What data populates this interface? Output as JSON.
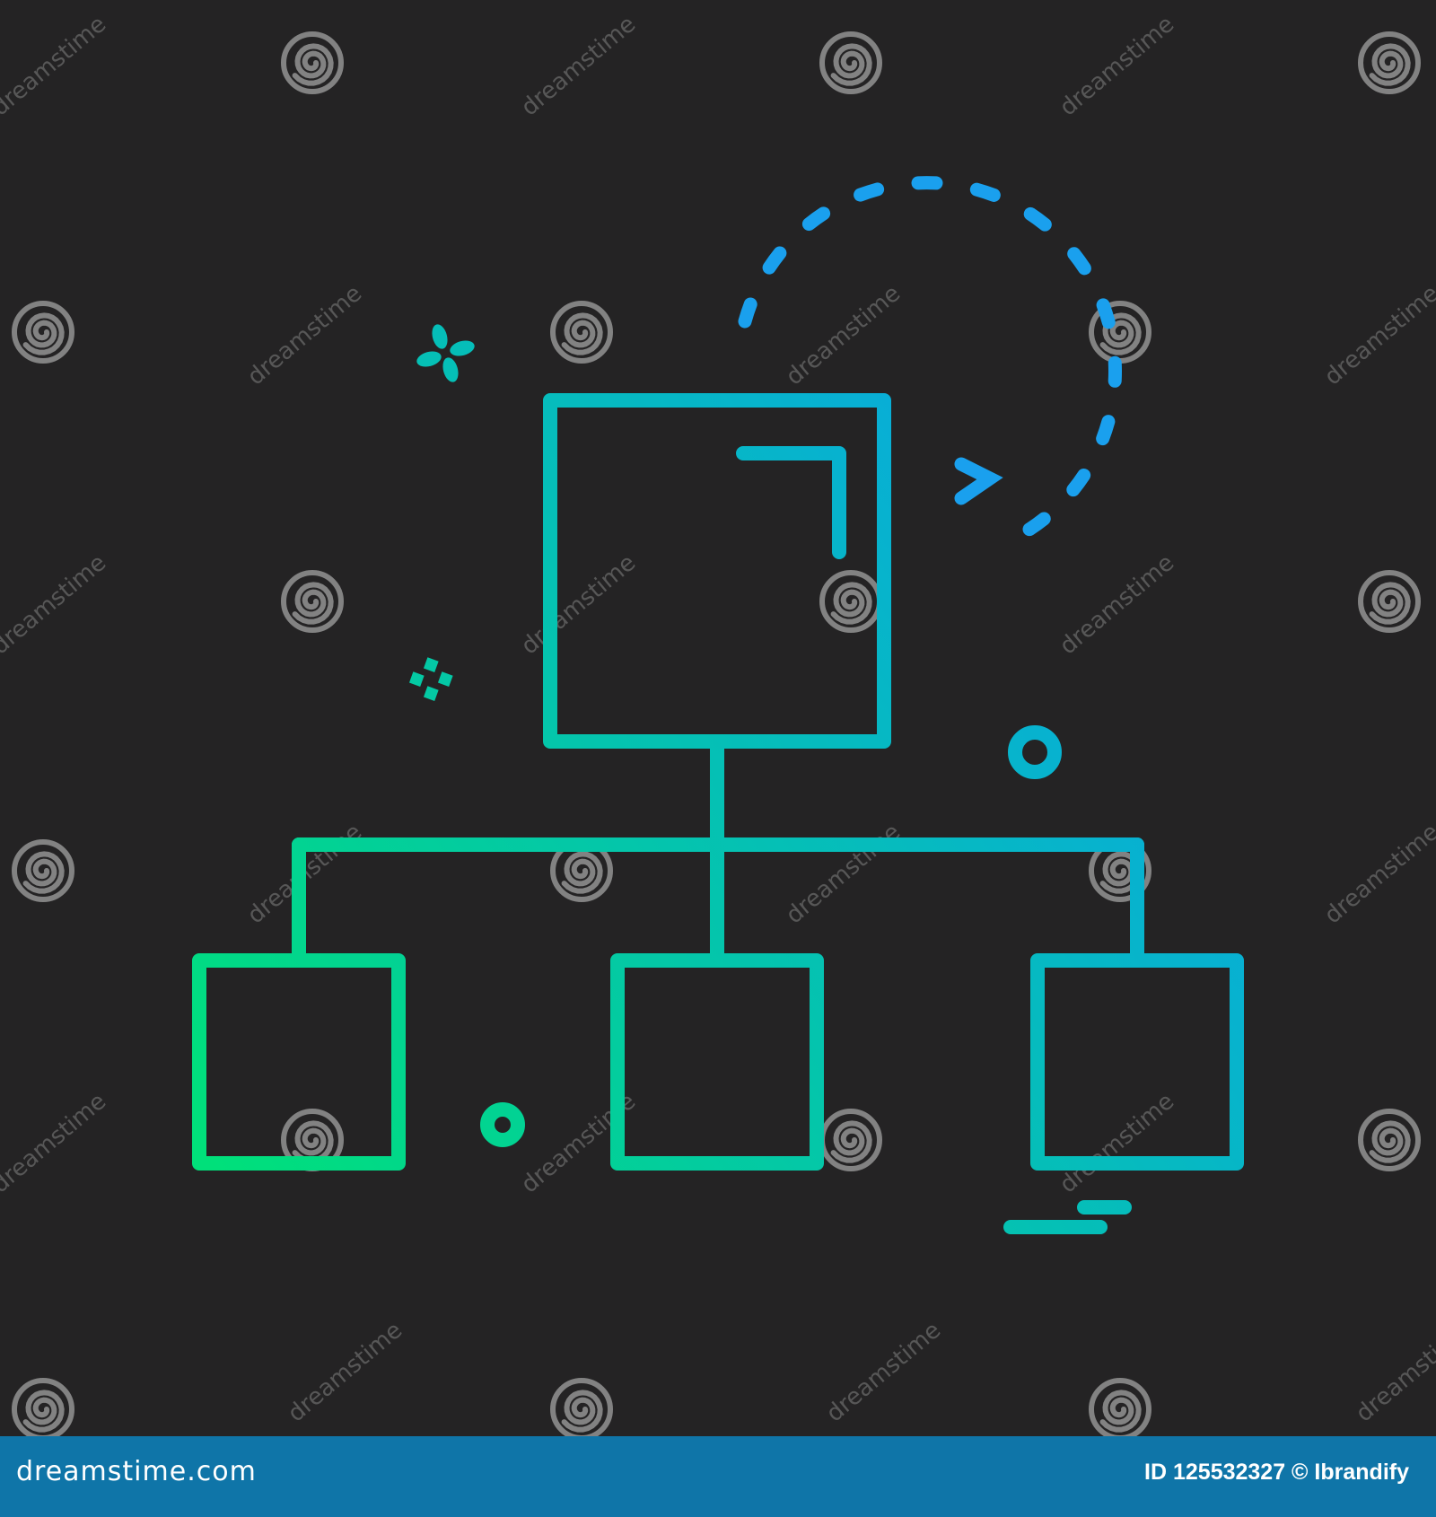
{
  "icon": {
    "name": "hierarchy-network-icon",
    "gradient": {
      "start": "#00e07a",
      "end": "#0aa0f0"
    },
    "dash_color": "#1aa0ee",
    "background": "#242324"
  },
  "watermark": {
    "text": "dreamstime",
    "spiral_color": "#9a9a9a"
  },
  "footer": {
    "brand": "dreamstime.com",
    "credit": "ID 125532327 © Ibrandify",
    "bar_color": "#0f75a8"
  }
}
